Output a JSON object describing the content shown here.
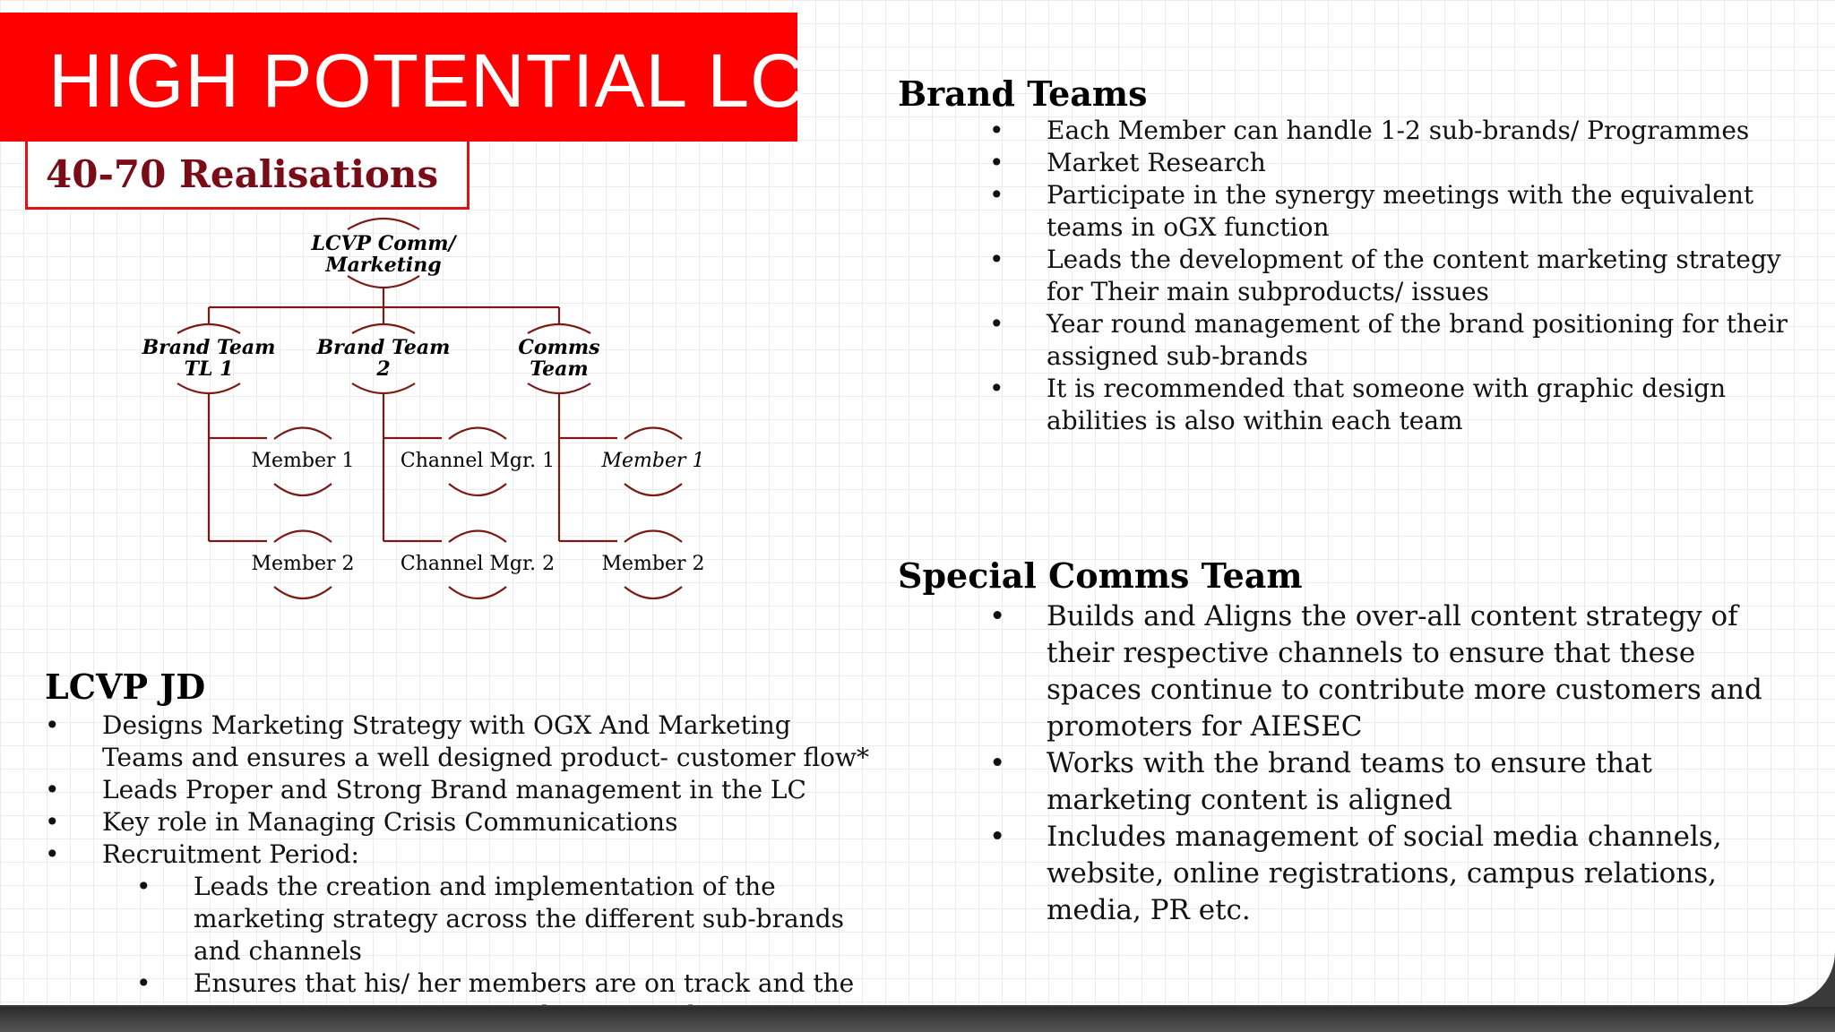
{
  "slide": {
    "title": "HIGH POTENTIAL LC",
    "subtitle": "40-70 Realisations"
  },
  "org_chart": {
    "root": {
      "line1": "LCVP Comm/",
      "line2": "Marketing"
    },
    "teams": [
      {
        "line1": "Brand Team",
        "line2": "TL 1",
        "members": [
          "Member 1",
          "Member 2"
        ]
      },
      {
        "line1": "Brand Team",
        "line2": "2",
        "members": [
          "Channel Mgr. 1",
          "Channel Mgr. 2"
        ]
      },
      {
        "line1": "Comms",
        "line2": "Team",
        "members": [
          "Member 1",
          "Member 2"
        ]
      }
    ]
  },
  "brand_teams": {
    "heading": "Brand Teams",
    "items": [
      "Each Member can handle 1-2 sub-brands/ Programmes",
      "Market Research",
      "Participate in the synergy meetings with the equivalent teams in oGX function",
      "Leads the development of the content marketing strategy for Their main subproducts/ issues",
      "Year round management of the brand positioning for their assigned sub-brands",
      "It is recommended that someone with graphic design abilities is also within each team"
    ]
  },
  "special_comms": {
    "heading": "Special Comms Team",
    "items": [
      "Builds and Aligns the over-all content strategy of their respective channels to ensure that these spaces continue to contribute more customers and promoters for AIESEC",
      "Works with the brand teams to ensure that marketing content is aligned",
      "Includes management of social media channels, website, online registrations, campus relations, media, PR etc."
    ]
  },
  "lcvp_jd": {
    "heading": "LCVP JD",
    "items": [
      "Designs Marketing Strategy with OGX And Marketing Teams and ensures a well designed product- customer flow*",
      "Leads Proper and Strong Brand management in the LC",
      "Key role in Managing Crisis Communications",
      "Recruitment Period:"
    ],
    "sub_items": [
      "Leads the creation and implementation of the marketing strategy across the different sub-brands and channels",
      "Ensures that his/ her members are on track and the campaign is running according to timeline"
    ]
  },
  "colors": {
    "banner": "#ff0000",
    "accent": "#7a0c18",
    "connector": "#7a1a14"
  }
}
